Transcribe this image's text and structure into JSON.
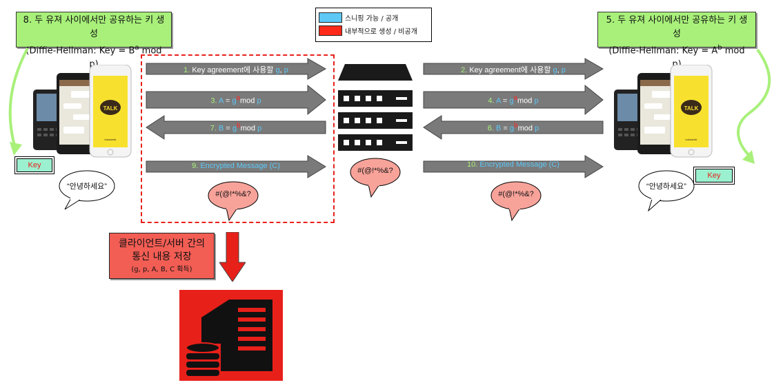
{
  "notes": {
    "left": {
      "line1": "8. 두 유져 사이에서만 공유하는 키 생성",
      "line2_pre": "(Diffie-Hellman: Key = B",
      "line2_sup": "a",
      "line2_post": " mod p)"
    },
    "right": {
      "line1": "5. 두 유져 사이에서만 공유하는 키 생성",
      "line2_pre": "(Diffie-Hellman: Key = A",
      "line2_sup": "b",
      "line2_post": " mod p)"
    }
  },
  "legend": {
    "items": [
      {
        "label": "스니핑 가능 / 공개",
        "color": "#5ec8f7"
      },
      {
        "label": "내부적으로 생성 / 비공개",
        "color": "#ff2a1a"
      }
    ]
  },
  "arrows": {
    "a1": {
      "num": "1.",
      "text": " Key agreement에 사용할 ",
      "g": "g",
      "comma": ", ",
      "p": "p"
    },
    "a2": {
      "num": "2.",
      "text": " Key agreement에 사용할 ",
      "g": "g",
      "comma": ", ",
      "p": "p"
    },
    "a3": {
      "num": "3.",
      "var": "A",
      "eq": " = ",
      "g": "g",
      "exp": "a",
      "mod": "mod ",
      "p": "p"
    },
    "a4": {
      "num": "4.",
      "var": "A",
      "eq": " = ",
      "g": "g",
      "exp": "a",
      "mod": "mod ",
      "p": "p"
    },
    "a7": {
      "num": "7.",
      "var": "B",
      "eq": " = ",
      "g": "g",
      "exp": "b",
      "mod": "mod ",
      "p": "p"
    },
    "a6": {
      "num": "6.",
      "var": "B",
      "eq": " = ",
      "g": "g",
      "exp": "b",
      "mod": "mod ",
      "p": "p"
    },
    "a9": {
      "num": "9.",
      "text": " Encrypted Message (C)"
    },
    "a10": {
      "num": "10.",
      "text": " Encrypted Message (C)"
    }
  },
  "keys": {
    "left": "Key",
    "right": "Key"
  },
  "bubbles": {
    "hello_left": "“안녕하세요”",
    "hello_right": "“안녕하세요”",
    "cipher_left": "#(@!*%&?",
    "cipher_center": "#(@!*%&?",
    "cipher_right": "#(@!*%&?"
  },
  "phone_app": {
    "badge": "TALK",
    "caption": "kakaotalk"
  },
  "storage": {
    "line1": "클라이언트/서버 간의",
    "line2": "통신 내용 저장",
    "line3": "(g, p, A, B, C 획득)"
  },
  "colors": {
    "green_note": "#a8f07a",
    "public_blue": "#5ec8f7",
    "private_red": "#ff2a1a",
    "arrow_gray": "#7a7a7a",
    "bubble_pink": "#f8a39a",
    "key_box": "#9bf0cf"
  }
}
